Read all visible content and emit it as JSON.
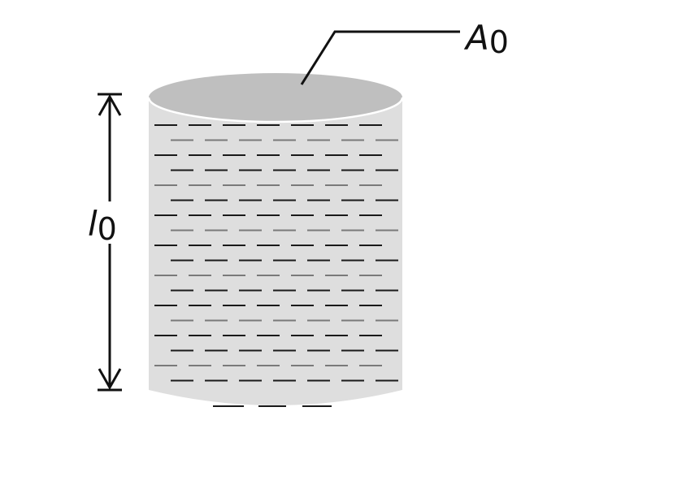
{
  "labels": {
    "area": {
      "letter": "A",
      "subscript": "0"
    },
    "length": {
      "letter": "l",
      "subscript": "0"
    }
  },
  "colors": {
    "cylinder_body": "#dedede",
    "cylinder_top": "#bfbfbf",
    "dash_dark": "#1a1a1a",
    "dash_mid": "#7a7a7a",
    "line": "#111111",
    "background": "#ffffff"
  }
}
